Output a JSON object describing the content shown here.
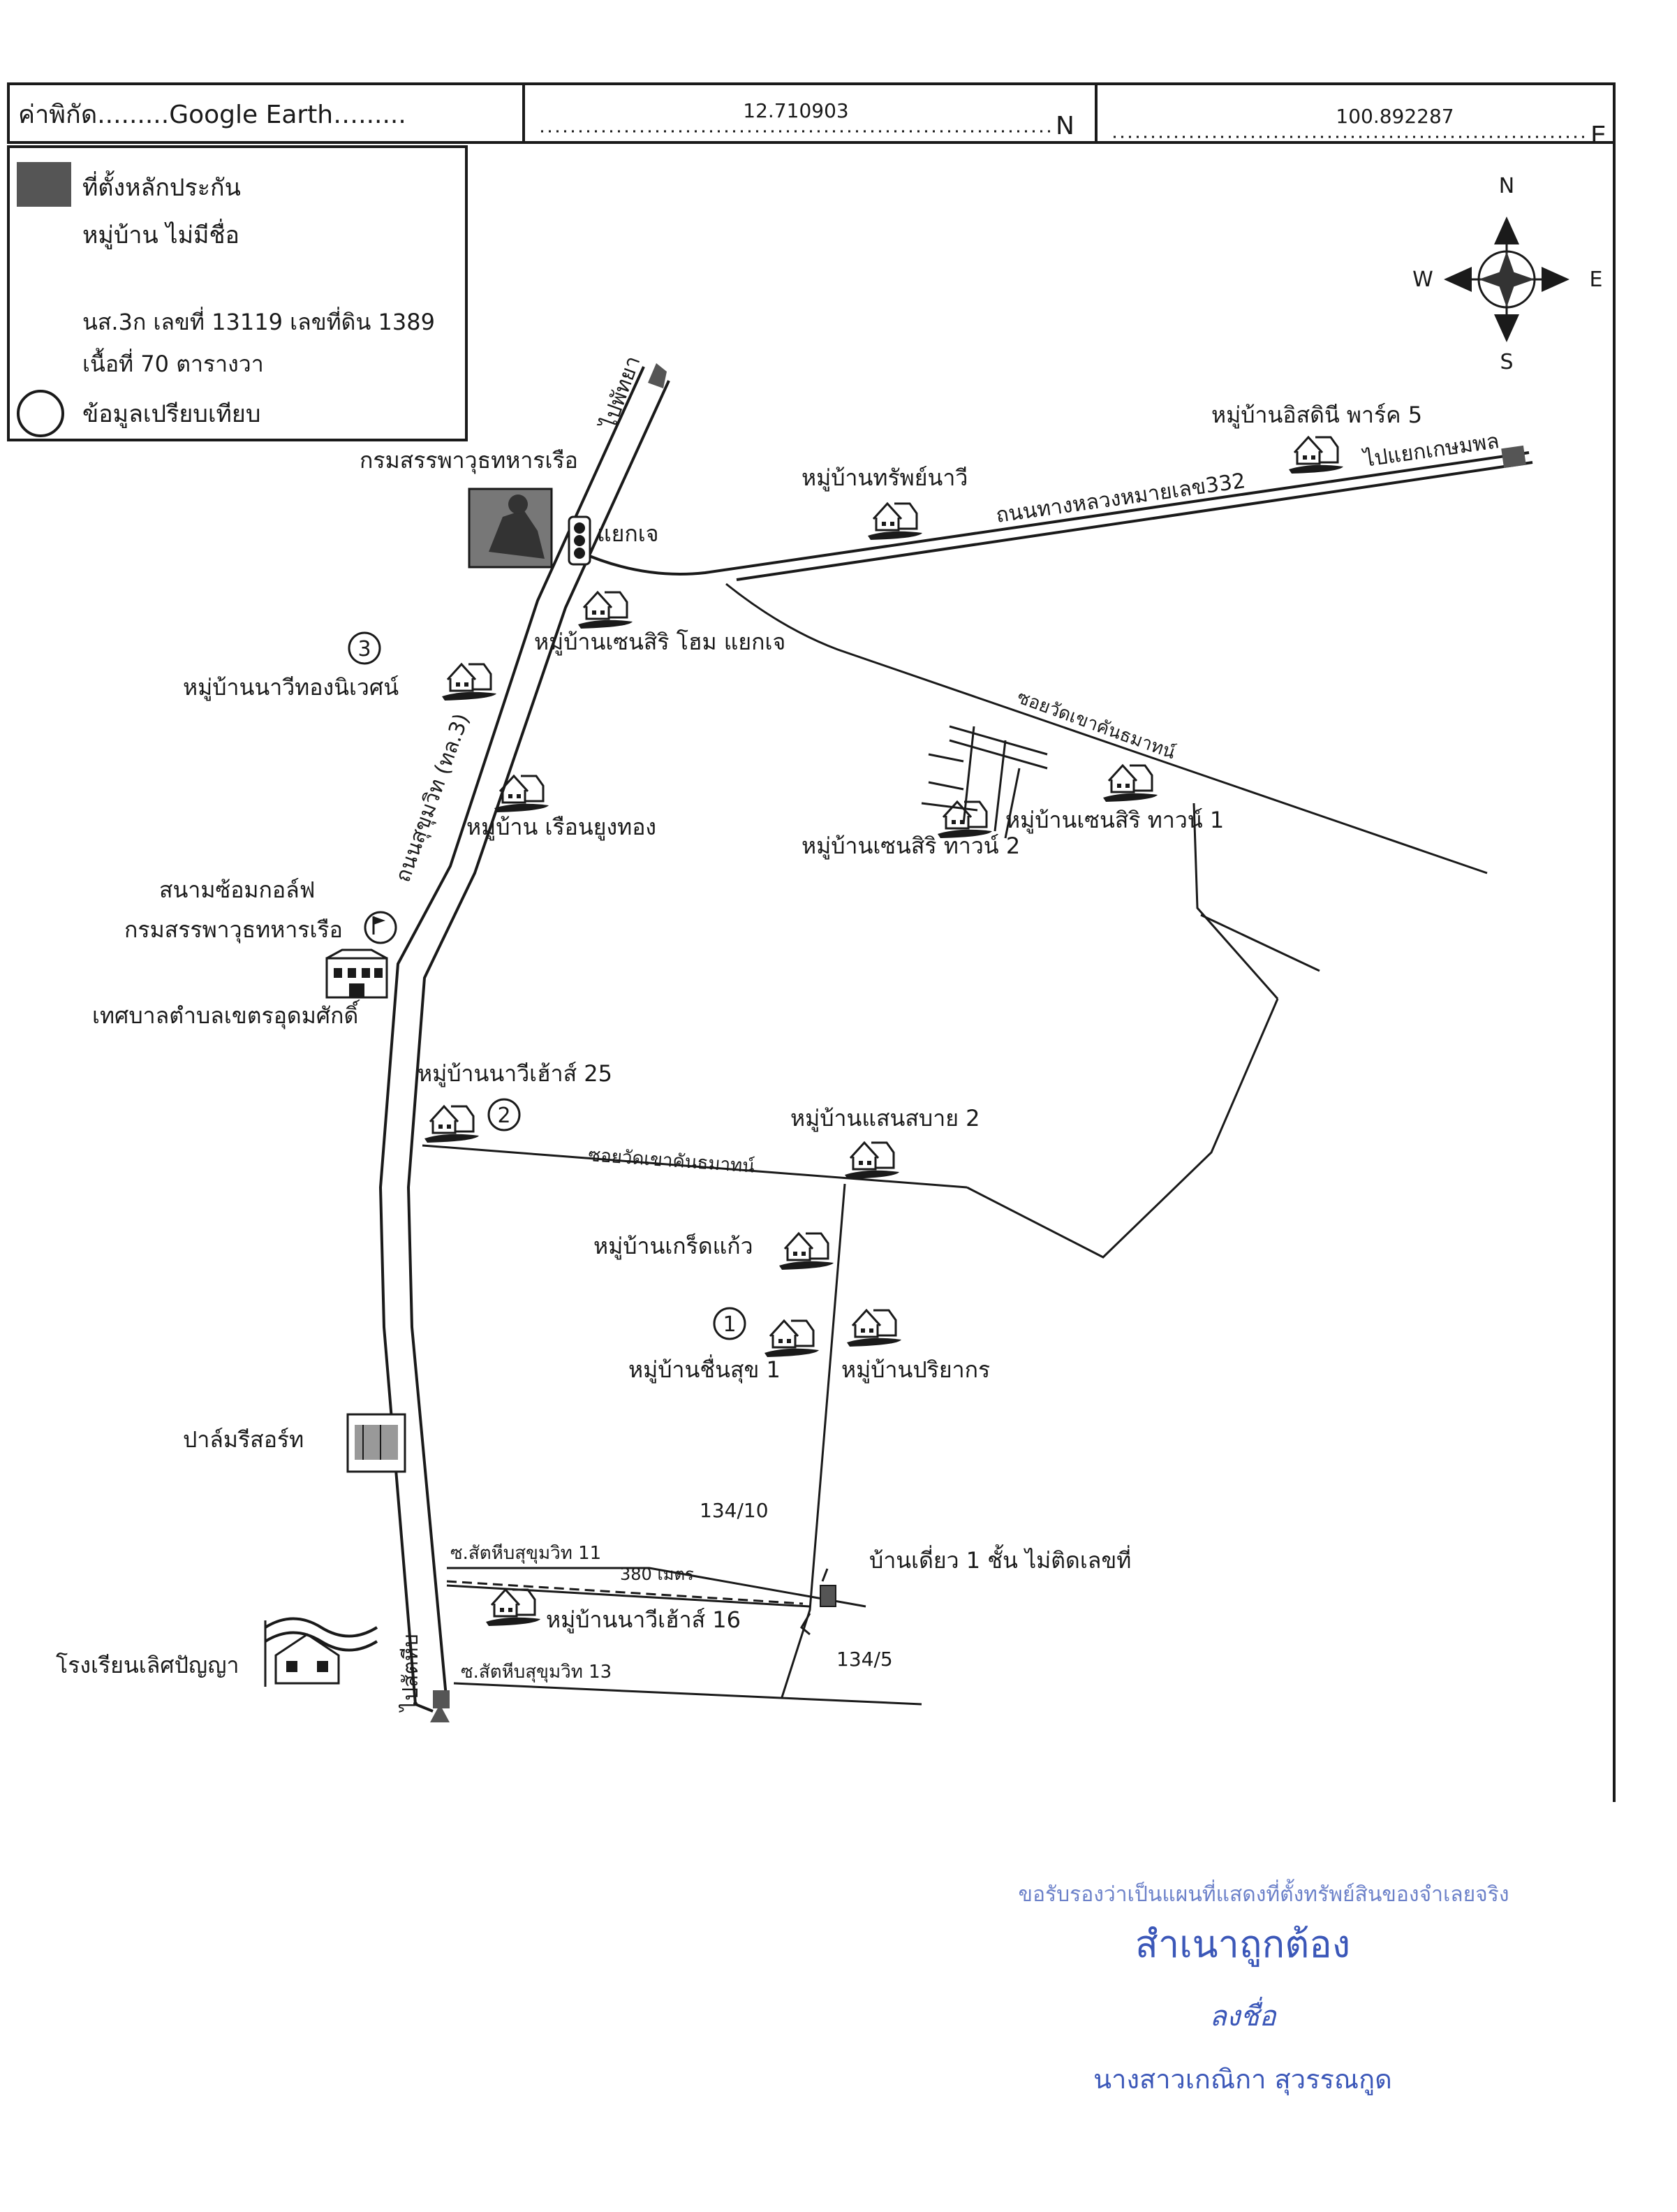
{
  "header": {
    "source_label": "ค่าพิกัด.........Google Earth…......",
    "lat_value": "12.710903",
    "lat_suffix": "N",
    "lon_value": "100.892287",
    "lon_suffix": "E"
  },
  "legend": {
    "marker_label": "ที่ตั้งหลักประกัน",
    "village_label": "หมู่บ้าน ไม่มีชื่อ",
    "deed_label": "นส.3ก เลขที่ 13119 เลขที่ดิน 1389",
    "area_label": "เนื้อที่ 70 ตารางวา",
    "compare_label": "ข้อมูลเปรียบเทียบ"
  },
  "compass": {
    "n": "N",
    "s": "S",
    "e": "E",
    "w": "W"
  },
  "roads": {
    "to_pattaya": "ไปพัทยา",
    "sukhumvit": "ถนนสุขุมวิท (ทล.3)",
    "highway_332": "ถนนทางหลวงหมายเลข332",
    "to_kasetsai": "ไปแยกเกษมพล",
    "soi_khaokan_upper": "ซอยวัดเขาคันธมาทน์",
    "soi_khaokan_lower": "ซอยวัดเขาคันธมาทน์",
    "soi_11": "ซ.สัตหีบสุขุมวิท 11",
    "soi_13": "ซ.สัตหีบสุขุมวิท 13",
    "to_sattahip": "ไปสัตหีบ",
    "distance": "380 เมตร"
  },
  "places": {
    "navy_welfare": "กรมสรรพาวุธทหารเรือ",
    "jae_junction": "แยกเจ",
    "sap_navy": "หมู่บ้านทรัพย์นาวี",
    "isdinee_park": "หมู่บ้านอิสดินี พาร์ค 5",
    "sensiri_home": "หมู่บ้านเซนสิริ โฮม แยกเจ",
    "navy_thong": "หมู่บ้านนาวีทองนิเวศน์",
    "ruen_yung": "หมู่บ้าน เรือนยูงทอง",
    "sensiri_town1": "หมู่บ้านเซนสิริ ทาวน์ 1",
    "sensiri_town2": "หมู่บ้านเซนสิริ ทาวน์ 2",
    "golf_line1": "สนามซ้อมกอล์ฟ",
    "golf_line2": "กรมสรรพาวุธทหารเรือ",
    "municipality": "เทศบาลตำบลเขตรอุดมศักดิ์",
    "navy_house25": "หมู่บ้านนาวีเฮ้าส์ 25",
    "saen_sabai2": "หมู่บ้านแสนสบาย 2",
    "kred_kaew": "หมู่บ้านเกร็ดแก้ว",
    "chuen_suk1": "หมู่บ้านชื่นสุข 1",
    "priyakorn": "หมู่บ้านปริยากร",
    "palm_resort": "ปาล์มรีสอร์ท",
    "house_134_10": "134/10",
    "house_134_5": "134/5",
    "subject_house": "บ้านเดี่ยว 1 ชั้น ไม่ติดเลขที่",
    "navy_house16": "หมู่บ้านนาวีเฮ้าส์ 16",
    "school": "โรงเรียนเลิศปัญญา"
  },
  "comparables": {
    "c1": "1",
    "c2": "2",
    "c3": "3"
  },
  "certification": {
    "line1": "ขอรับรองว่าเป็นแผนที่แสดงที่ตั้งทรัพย์สินของจำเลยจริง",
    "line2": "สำเนาถูกต้อง",
    "signature": "ลงชื่อ",
    "name": "นางสาวเกณิกา สุวรรณกูด"
  },
  "colors": {
    "ink": "#1a1a1a",
    "stamp": "#3b57b8",
    "marker": "#555555"
  }
}
